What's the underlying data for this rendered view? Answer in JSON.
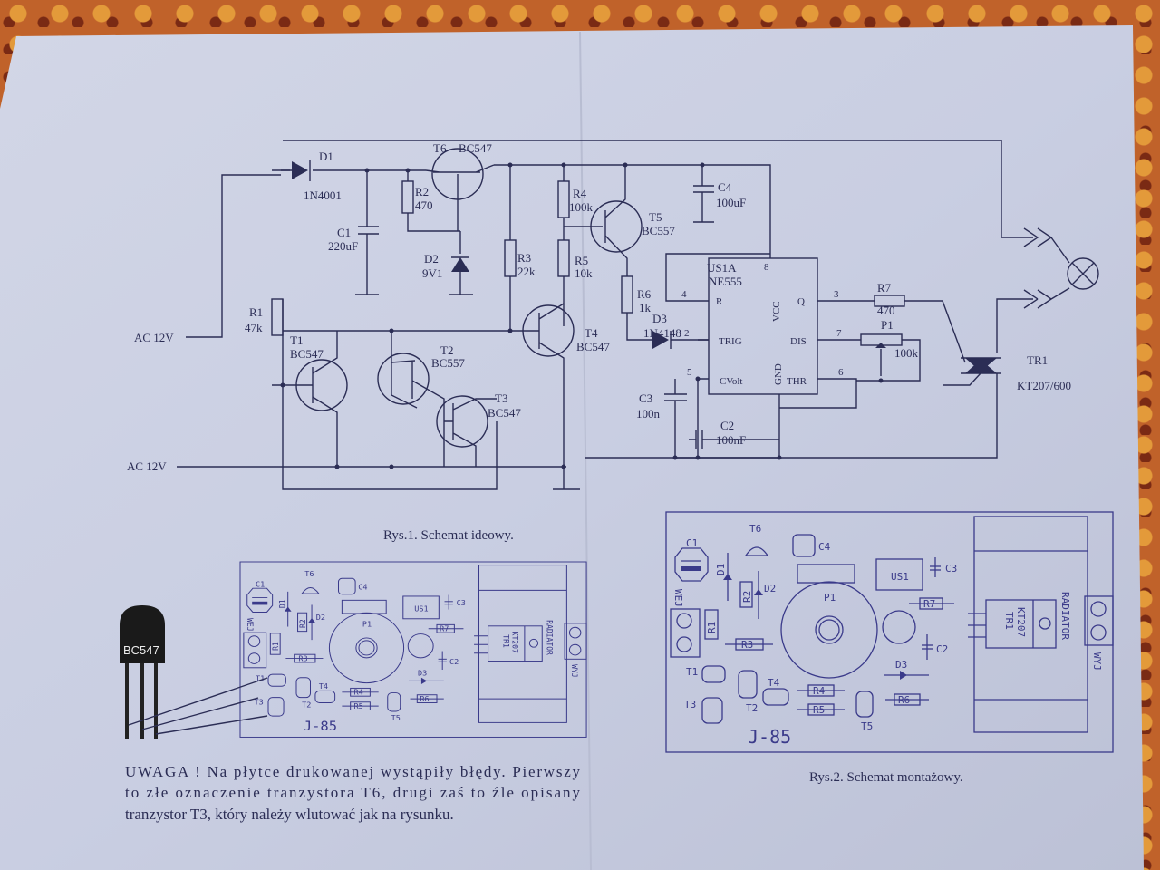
{
  "schematic": {
    "ac_top": "AC 12V",
    "ac_bottom": "AC 12V",
    "d1": "D1",
    "d1_val": "1N4001",
    "t6": "T6",
    "t6_val": "BC547",
    "r2": "R2",
    "r2_val": "470",
    "c1": "C1",
    "c1_val": "220uF",
    "d2": "D2",
    "d2_val": "9V1",
    "r3": "R3",
    "r3_val": "22k",
    "r4": "R4",
    "r4_val": "100k",
    "t5": "T5",
    "t5_val": "BC557",
    "c4": "C4",
    "c4_val": "100uF",
    "us1": "US1A",
    "us1_val": "NE555",
    "r5": "R5",
    "r5_val": "10k",
    "r6": "R6",
    "r6_val": "1k",
    "d3": "D3",
    "d3_val": "1N4148",
    "r1": "R1",
    "r1_val": "47k",
    "t1": "T1",
    "t1_val": "BC547",
    "t2": "T2",
    "t2_val": "BC557",
    "t3": "T3",
    "t3_val": "BC547",
    "t4": "T4",
    "t4_val": "BC547",
    "c3": "C3",
    "c3_val": "100n",
    "c2": "C2",
    "c2_val": "100nF",
    "r7": "R7",
    "r7_val": "470",
    "p1": "P1",
    "p1_val": "100k",
    "tr1": "TR1",
    "tr1_val": "KT207/600",
    "pins": {
      "p4": "4",
      "p8": "8",
      "p3": "3",
      "p2": "2",
      "p7": "7",
      "p5": "5",
      "p6": "6",
      "r": "R",
      "vcc": "VCC",
      "q": "Q",
      "trig": "TRIG",
      "dis": "DIS",
      "cvolt": "CVolt",
      "gnd": "GND",
      "thr": "THR"
    },
    "caption": "Rys.1. Schemat ideowy."
  },
  "pcb": {
    "c1": "C1",
    "t6": "T6",
    "c4": "C4",
    "d1": "D1",
    "d2": "D2",
    "r2": "R2",
    "us1": "US1",
    "c3": "C3",
    "p1": "P1",
    "r7": "R7",
    "wej": "WEJ",
    "r1": "R1",
    "r3": "R3",
    "t1": "T1",
    "t2": "T2",
    "t3": "T3",
    "t4": "T4",
    "r4": "R4",
    "r5": "R5",
    "d3": "D3",
    "c2": "C2",
    "r6": "R6",
    "t5": "T5",
    "tr1": "TR1",
    "kt207": "KT207",
    "radiator": "RADIATOR",
    "wyj": "WYJ",
    "board": "J-85",
    "caption": "Rys.2. Schemat montażowy."
  },
  "transistor_label": "BC547",
  "note": {
    "line1": "UWAGA ! Na płytce drukowanej wystąpiły błędy. Pierwszy",
    "line2": "to złe oznaczenie tranzystora T6, drugi zaś to źle opisany",
    "line3": "tranzystor T3, który należy wlutować jak na rysunku."
  }
}
